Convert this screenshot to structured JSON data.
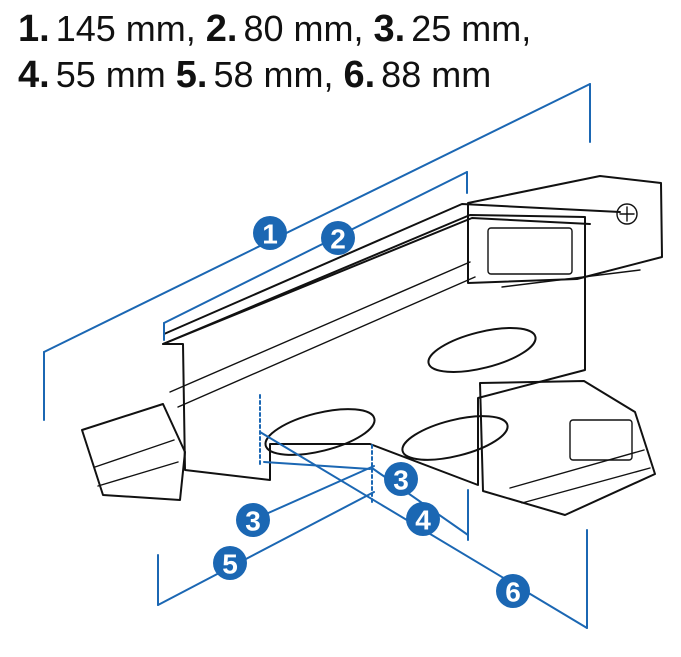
{
  "specs": [
    [
      {
        "number": "1.",
        "value": "145 mm,"
      },
      {
        "number": "2.",
        "value": "80 mm,"
      },
      {
        "number": "3.",
        "value": "25 mm,"
      }
    ],
    [
      {
        "number": "4.",
        "value": "55 mm"
      },
      {
        "number": "5.",
        "value": "58 mm,"
      },
      {
        "number": "6.",
        "value": "88 mm"
      }
    ]
  ],
  "badges": {
    "b1": "1",
    "b2": "2",
    "b3a": "3",
    "b3b": "3",
    "b4": "4",
    "b5": "5",
    "b6": "6"
  },
  "colors": {
    "dimension_blue": "#1b67b3",
    "line_black": "#111111",
    "background": "#ffffff"
  }
}
